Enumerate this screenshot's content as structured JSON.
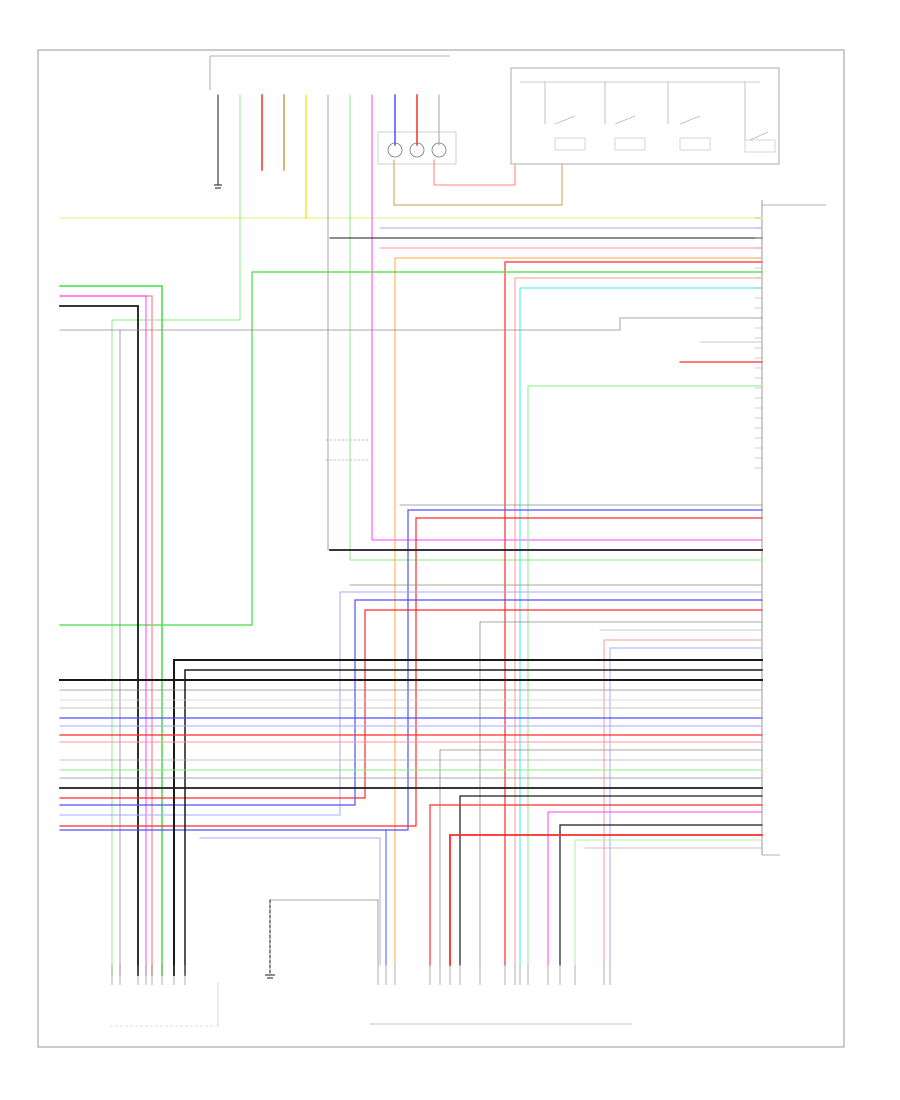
{
  "diagram": {
    "figure_ref": "",
    "colors": {
      "black": "#1a1a1a",
      "gray": "#8c8c8c",
      "red": "#ff2a2a",
      "pink": "#ff9a9a",
      "blue": "#5050ff",
      "light_blue": "#a8a8ff",
      "green": "#44dd44",
      "light_green": "#a8f0a8",
      "yellow": "#e6e600",
      "pale_yellow": "#f4f4a0",
      "orange": "#ffa640",
      "tan": "#c8a050",
      "magenta": "#ff40ff",
      "cyan": "#40e8ff",
      "white_wire": "#d0d0d0"
    },
    "components": [
      {
        "id": "control-unit",
        "label": ""
      },
      {
        "id": "speaker-left",
        "label": ""
      },
      {
        "id": "speaker-center",
        "label": ""
      },
      {
        "id": "switch-assembly",
        "label": ""
      },
      {
        "id": "ground-top",
        "label": ""
      },
      {
        "id": "ground-bottom",
        "label": ""
      }
    ]
  }
}
